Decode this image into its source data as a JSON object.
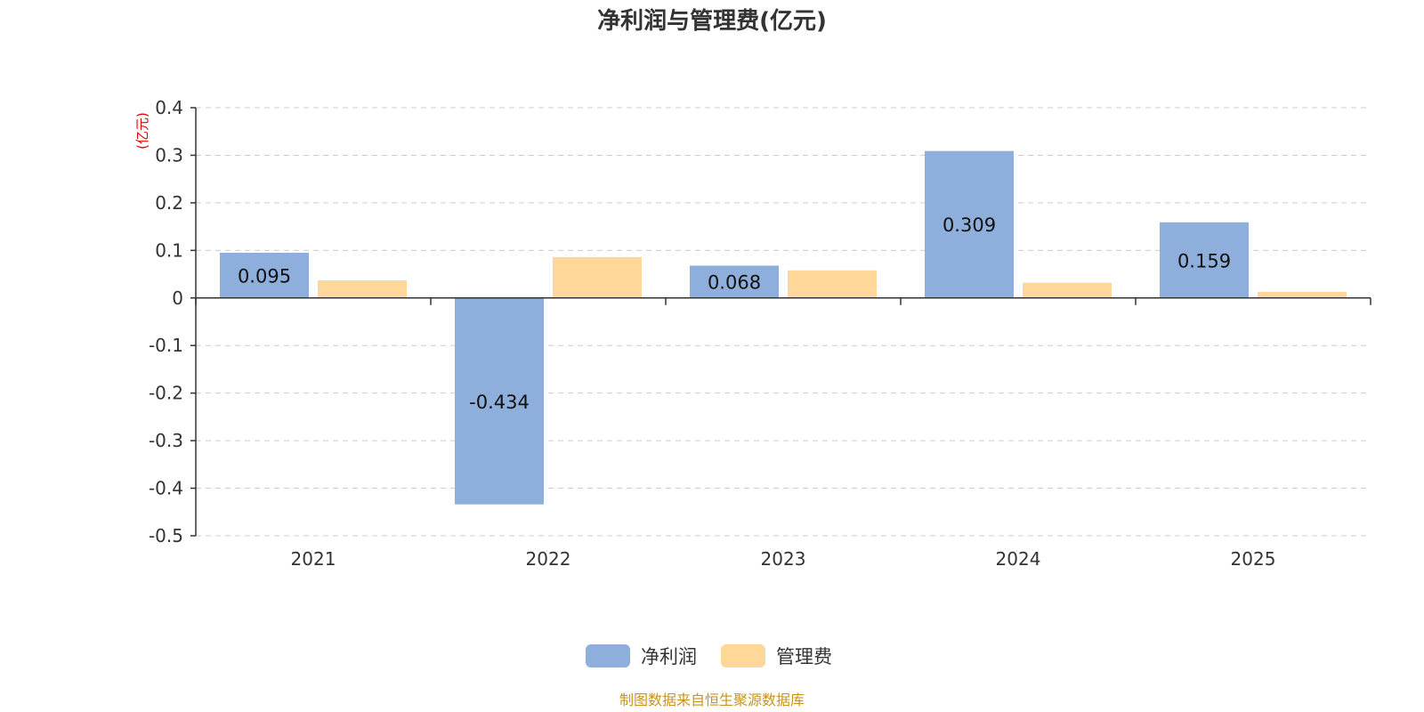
{
  "chart_data": {
    "type": "bar",
    "title": "净利润与管理费(亿元)",
    "unit_label": "(亿元)",
    "categories": [
      "2021",
      "2022",
      "2023",
      "2024",
      "2025"
    ],
    "series": [
      {
        "name": "净利润",
        "color": "#8eaedb",
        "values": [
          0.095,
          -0.434,
          0.068,
          0.309,
          0.159
        ],
        "labels": [
          "0.095",
          "-0.434",
          "0.068",
          "0.309",
          "0.159"
        ]
      },
      {
        "name": "管理费",
        "color": "#ffd899",
        "values": [
          0.037,
          0.086,
          0.058,
          0.032,
          0.013
        ]
      }
    ],
    "ylim": [
      -0.5,
      0.4
    ],
    "yticks": [
      0.4,
      0.3,
      0.2,
      0.1,
      0,
      -0.1,
      -0.2,
      -0.3,
      -0.4,
      -0.5
    ],
    "ytick_labels": [
      "0.4",
      "0.3",
      "0.2",
      "0.1",
      "0",
      "-0.1",
      "-0.2",
      "-0.3",
      "-0.4",
      "-0.5"
    ],
    "grid": true,
    "legend_position": "bottom-center",
    "source": "制图数据来自恒生聚源数据库"
  }
}
